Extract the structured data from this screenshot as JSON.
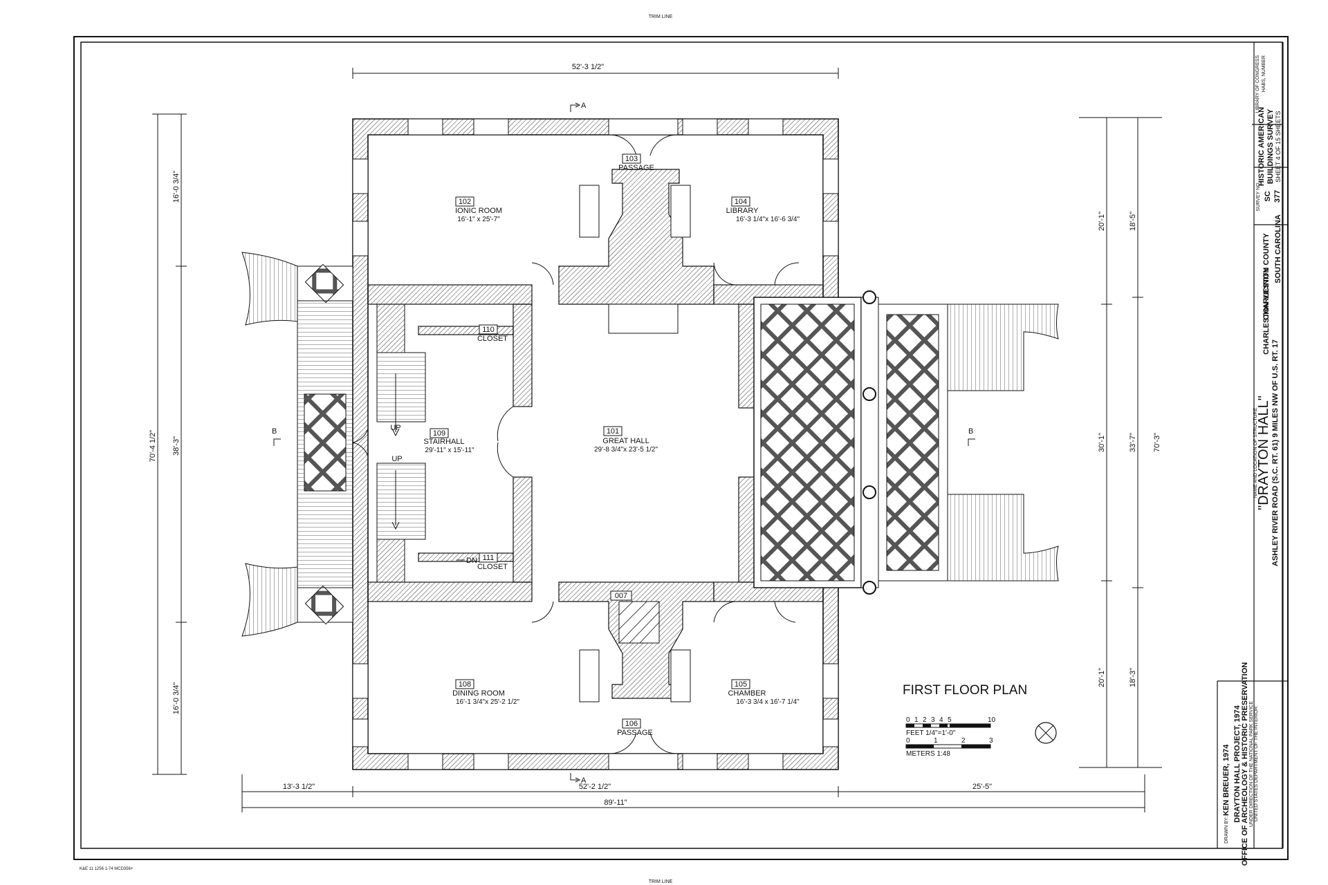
{
  "sheet": {
    "trim_line_top": "TRIM LINE",
    "trim_line_bottom": "TRIM LINE",
    "footer_code": "K&E 11 1256 1-74 MCD356+"
  },
  "plan": {
    "title": "FIRST FLOOR PLAN",
    "section_a_top": "A",
    "section_a_bottom": "A",
    "section_b_left": "B",
    "section_b_right": "B",
    "north_arrow_icon": "north-arrow-icon"
  },
  "rooms": {
    "r101": {
      "number": "101",
      "name": "GREAT HALL",
      "dims": "29'-8 3/4\"x 23'-5 1/2\""
    },
    "r102": {
      "number": "102",
      "name": "IONIC ROOM",
      "dims": "16'-1\" x 25'-7\""
    },
    "r103": {
      "number": "103",
      "name": "PASSAGE"
    },
    "r104": {
      "number": "104",
      "name": "LIBRARY",
      "dims": "16'-3 1/4\"x 16'-6 3/4\""
    },
    "r105": {
      "number": "105",
      "name": "CHAMBER",
      "dims": "16'-3 3/4 x 16'-7 1/4\""
    },
    "r106": {
      "number": "106",
      "name": "PASSAGE"
    },
    "r007": {
      "number": "007"
    },
    "r108": {
      "number": "108",
      "name": "DINING ROOM",
      "dims": "16'-1 3/4\"x 25'-2 1/2\""
    },
    "r109": {
      "number": "109",
      "name": "STAIRHALL",
      "dims": "29'-11\" x 15'-11\""
    },
    "r110": {
      "number": "110",
      "name": "CLOSET"
    },
    "r111": {
      "number": "111",
      "name": "CLOSET"
    }
  },
  "stair_labels": {
    "up1": "UP",
    "up2": "UP",
    "dn": "DN"
  },
  "dimensions": {
    "top": "52'-3 1/2\"",
    "bottom_main": "52'-2 1/2\"",
    "bottom_left": "13'-3 1/2\"",
    "bottom_right": "25'-5\"",
    "overall": "89'-11\"",
    "left_top": "16'-0 3/4\"",
    "left_mid": "38'-3\"",
    "left_bottom": "16'-0 3/4\"",
    "left_overall": "70'-4 1/2\"",
    "right_top1": "20'-1\"",
    "right_top2": "18'-5\"",
    "right_mid1": "30'-1\"",
    "right_mid2": "33'-7\"",
    "right_bot1": "20'-1\"",
    "right_bot2": "18'-3\"",
    "right_overall": "70'-3\""
  },
  "scale": {
    "feet_ticks": [
      "0",
      "1",
      "2",
      "3",
      "4",
      "5",
      "10"
    ],
    "feet_label": "FEET  1/4\"=1'-0\"",
    "meter_ticks": [
      "0",
      "1",
      "2",
      "3"
    ],
    "meters_label": "METERS  1:48"
  },
  "title_block": {
    "drawn_by_label": "DRAWN BY:",
    "drawn_by": "KEN BREUER, 1974",
    "project_line1": "DRAYTON HALL PROJECT, 1974",
    "project_line2": "OFFICE OF ARCHEOLOGY & HISTORIC PRESERVATION",
    "project_line3": "UNDER DIRECTION OF THE NATIONAL PARK SERVICE",
    "project_line4": "UNITED STATES DEPARTMENT OF THE INTERIOR",
    "name_caption": "NAME AND LOCATION OF STRUCTURE",
    "structure_name": "\"DRAYTON  HALL\"",
    "address": "ASHLEY RIVER ROAD (S.C. RT. 61) 9 MILES NW OF U.S. RT. 17",
    "vicinity": "CHARLESTON VICINITY",
    "county": "CHARLESTON COUNTY",
    "state": "SOUTH CAROLINA",
    "survey_no_label": "SURVEY NO.",
    "survey_state": "SC",
    "survey_no": "377",
    "habs_line1": "HISTORIC AMERICAN",
    "habs_line2": "BUILDINGS SURVEY",
    "sheet_info": "SHEET 4 OF 15 SHEETS",
    "loc_line1": "LIBRARY OF CONGRESS",
    "loc_line2": "HABS, NUMBER"
  }
}
